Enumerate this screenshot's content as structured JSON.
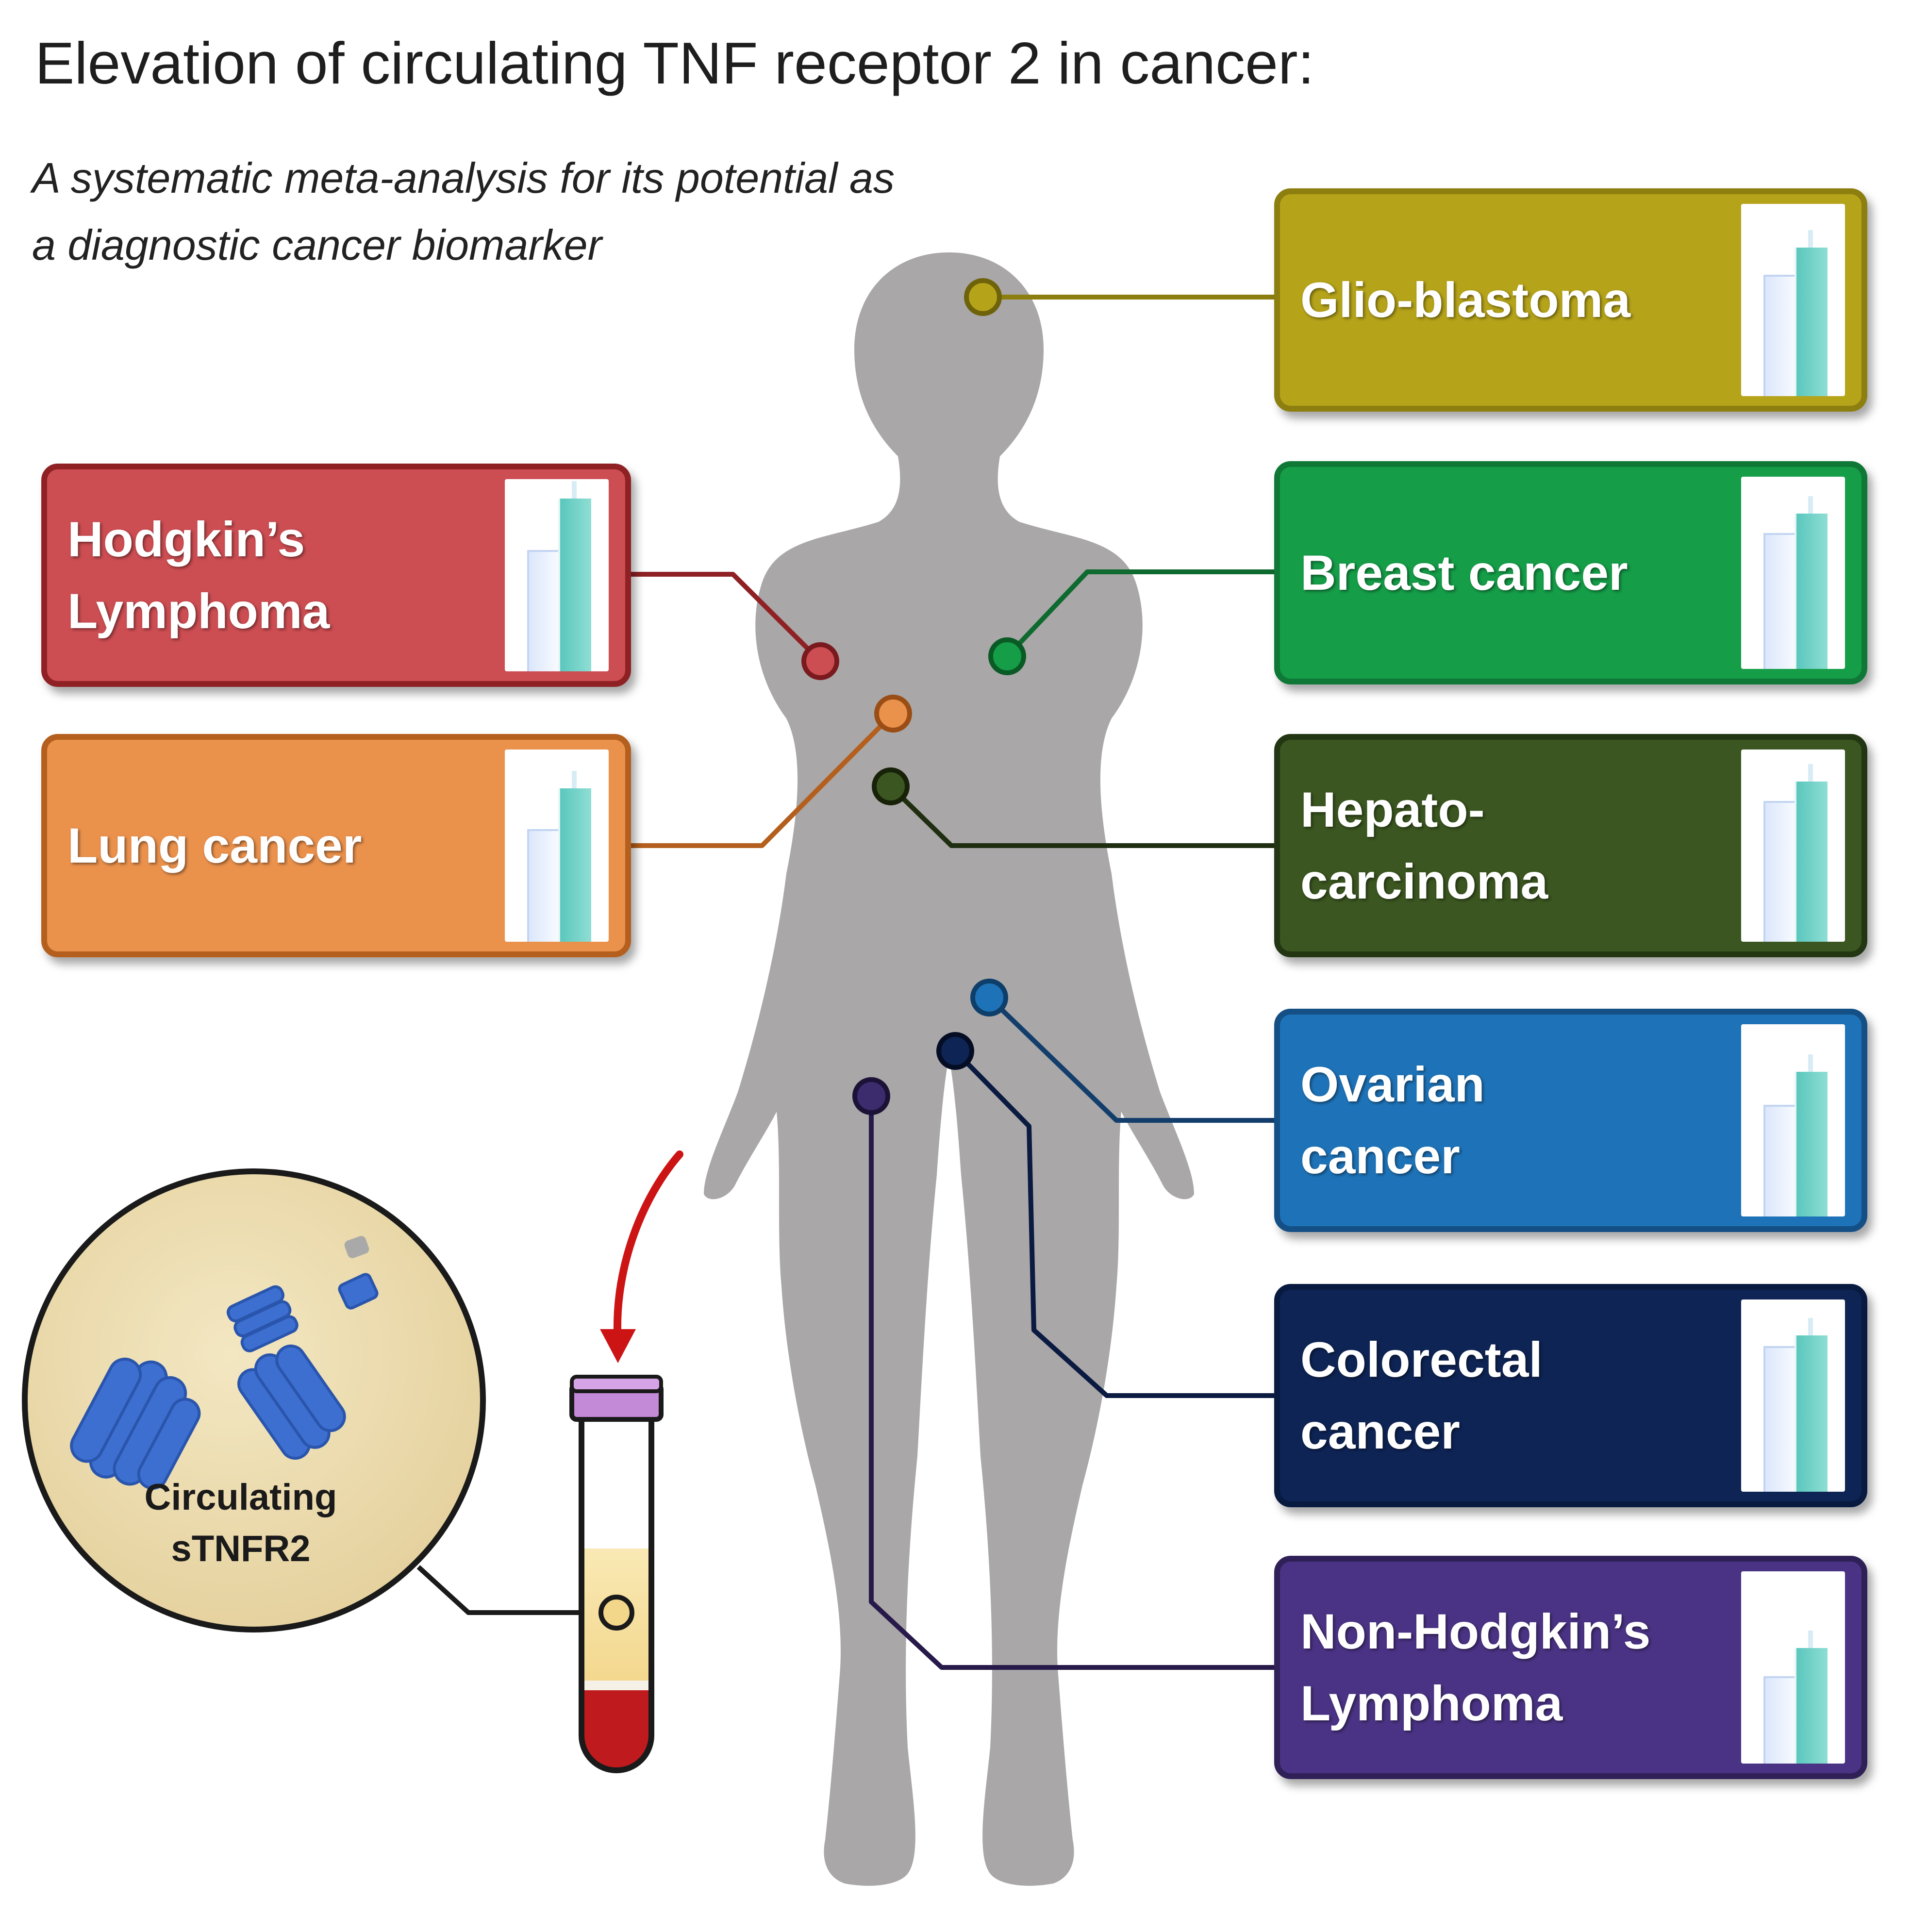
{
  "title": "Elevation of circulating TNF receptor 2 in cancer:",
  "subtitle": {
    "line1": "A systematic meta-analysis for its potential as",
    "line2": "a diagnostic cancer biomarker"
  },
  "cancers": [
    {
      "id": "glioblastoma",
      "lines": [
        "Glio-blastoma"
      ],
      "fill": "#b5a31a",
      "border": "#8d7e10",
      "dot": "#b5a31a"
    },
    {
      "id": "breast",
      "lines": [
        "Breast cancer"
      ],
      "fill": "#159d48",
      "border": "#0f7836",
      "dot": "#159d48"
    },
    {
      "id": "hepatocarcinoma",
      "lines": [
        "Hepato-",
        "carcinoma"
      ],
      "fill": "#3b5620",
      "border": "#233613",
      "dot": "#3b5620"
    },
    {
      "id": "ovarian",
      "lines": [
        "Ovarian",
        "cancer"
      ],
      "fill": "#1e73b8",
      "border": "#144f85",
      "dot": "#1e73b8"
    },
    {
      "id": "colorectal",
      "lines": [
        "Colorectal",
        "cancer"
      ],
      "fill": "#0e2455",
      "border": "#081a3f",
      "dot": "#0e2455"
    },
    {
      "id": "non-hodgkins",
      "lines": [
        "Non-Hodgkin’s",
        "Lymphoma"
      ],
      "fill": "#4a3384",
      "border": "#2f2157",
      "dot": "#3c2c6e"
    },
    {
      "id": "hodgkins",
      "lines": [
        "Hodgkin’s",
        "Lymphoma"
      ],
      "fill": "#cc4d52",
      "border": "#8f2125",
      "dot": "#cc4d52"
    },
    {
      "id": "lung",
      "lines": [
        "Lung cancer"
      ],
      "fill": "#ea914c",
      "border": "#b45f1d",
      "dot": "#ea914c"
    }
  ],
  "circulating": {
    "line1": "Circulating",
    "line2": "sTNFR2"
  },
  "colors": {
    "body_silhouette": "#a9a7a7",
    "circle_fill": "#ecdcaf",
    "protein": "#3d6fd1",
    "arrow": "#cc1414",
    "blood": "#bf1a1e",
    "plasma": "#f6e0a0",
    "tube_cap": "#c38ad7"
  },
  "icons": [
    "human-body-silhouette",
    "blood-tube-icon",
    "curved-arrow-icon",
    "protein-icon",
    "bar-chart-thumbnail-icon"
  ]
}
